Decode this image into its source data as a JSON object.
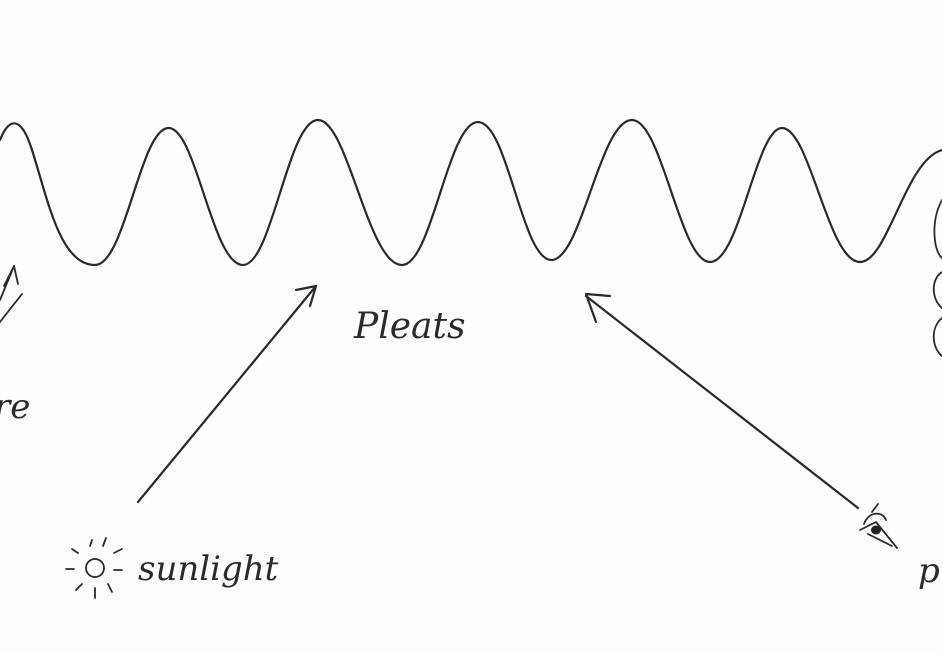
{
  "labels": {
    "pleats": "Pleats",
    "sunlight": "sunlight",
    "left_partial": "re",
    "right_partial": "p"
  },
  "colors": {
    "ink": "#2a2a2a",
    "paper": "#fefefe"
  },
  "icons": {
    "sun": "sun-icon",
    "eye": "eye-icon"
  }
}
